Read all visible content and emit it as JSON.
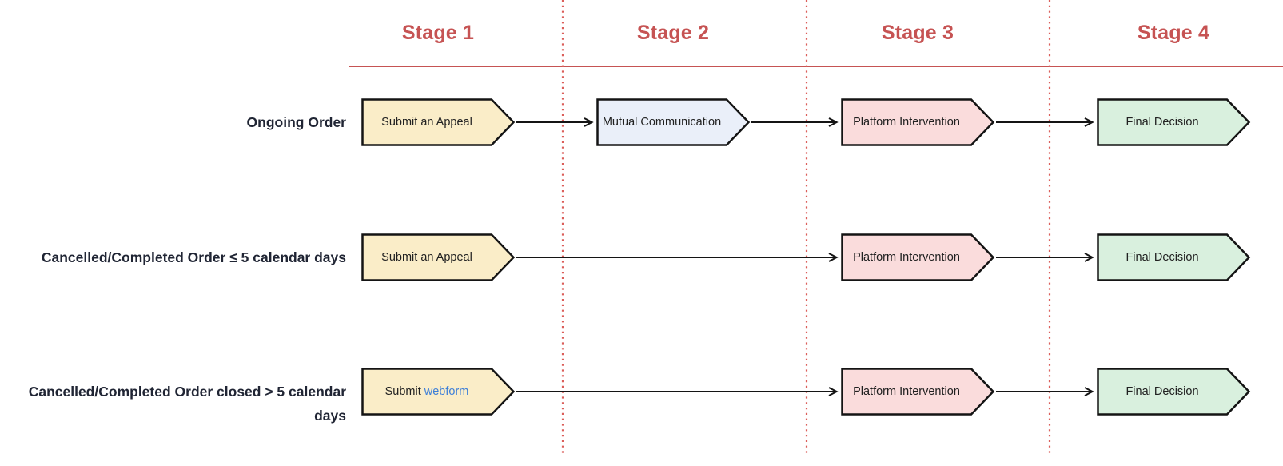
{
  "stages": [
    {
      "label": "Stage 1"
    },
    {
      "label": "Stage 2"
    },
    {
      "label": "Stage 3"
    },
    {
      "label": "Stage 4"
    }
  ],
  "rows": [
    {
      "label": "Ongoing Order",
      "shapes": [
        {
          "label": "Submit an Appeal"
        },
        {
          "label": "Mutual Communication"
        },
        {
          "label": "Platform Intervention"
        },
        {
          "label": "Final Decision"
        }
      ]
    },
    {
      "label": "Cancelled/Completed Order ≤ 5 calendar days",
      "shapes": [
        {
          "label": "Submit an Appeal"
        },
        {
          "label": "Platform Intervention"
        },
        {
          "label": "Final Decision"
        }
      ]
    },
    {
      "label": "Cancelled/Completed Order closed > 5 calendar days",
      "shapes": [
        {
          "label_prefix": "Submit",
          "link_text": "webform"
        },
        {
          "label": "Platform Intervention"
        },
        {
          "label": "Final Decision"
        }
      ]
    }
  ],
  "colors": {
    "background": "#ffffff",
    "stage_red": "#c65353",
    "divider_red": "#db5e5a",
    "step_yellow": "#faedc8",
    "step_blue": "#eaeff9",
    "step_pink": "#fadcdc",
    "step_green": "#d9f0de",
    "step_border": "#141414",
    "arrow_black": "#141414",
    "row_label_dark": "#202534",
    "step_text": "#212121",
    "link_blue": "#3c7ed8"
  }
}
